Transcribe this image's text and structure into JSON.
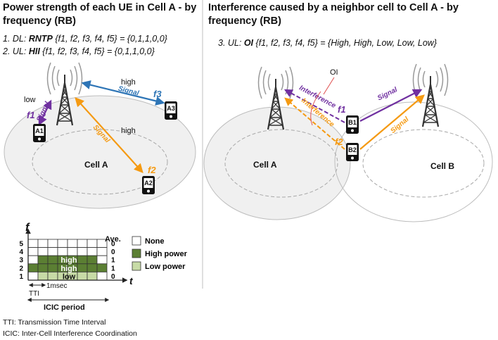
{
  "left": {
    "title_line1": "Power strength of each UE in Cell A - by",
    "title_line2": "frequency (RB)",
    "dl_prefix": "1. DL: ",
    "dl_label": "RNTP",
    "dl_set": "{f1, f2, f3, f4, f5} = {0,1,1,0,0}",
    "ul_prefix": "2. UL: ",
    "ul_label": "HII",
    "ul_set": "{f1, f2, f3, f4, f5} = {0,1,1,0,0}",
    "cell_label": "Cell A",
    "ue": [
      "A1",
      "A2",
      "A3"
    ],
    "power_low": "low",
    "power_high_a2": "high",
    "power_high_a3": "high",
    "signal_label": "Signal",
    "freq": [
      "f1",
      "f2",
      "f3"
    ]
  },
  "right": {
    "title_line1": "Interference caused by a neighbor cell to Cell A - by",
    "title_line2": "frequency (RB)",
    "oi_prefix": "3. UL: ",
    "oi_label": "OI",
    "oi_set": "{f1, f2, f3, f4, f5} = {High, High, Low, Low, Low}",
    "oi_marker": "OI",
    "cell_a_label": "Cell A",
    "cell_b_label": "Cell B",
    "ue": [
      "B1",
      "B2"
    ],
    "interference_label": "Interference",
    "signal_label": "Signal",
    "freq": [
      "f1",
      "f2"
    ]
  },
  "grid": {
    "axis_f": "f",
    "axis_t": "t",
    "ave_header": "Ave.",
    "rows": [
      "5",
      "4",
      "3",
      "2",
      "1"
    ],
    "averages": [
      "0",
      "0",
      "1",
      "1",
      "0"
    ],
    "cell_high": "high",
    "cell_low": "low",
    "tti_duration": "1msec",
    "tti_label": "TTI",
    "period_label": "ICIC period",
    "legend": [
      {
        "label": "None",
        "color": "#ffffff"
      },
      {
        "label": "High power",
        "color": "#5b7f33"
      },
      {
        "label": "Low power",
        "color": "#c7dba6"
      }
    ]
  },
  "footnotes": {
    "tti": "TTI: Transmission Time Interval",
    "icic": "ICIC: Inter-Cell Interference Coordination"
  },
  "colors": {
    "purple": "#7030a0",
    "orange": "#f59a12",
    "blue": "#2e75b6",
    "red": "#e05050",
    "high_power": "#5b7f33",
    "low_power": "#c7dba6"
  }
}
